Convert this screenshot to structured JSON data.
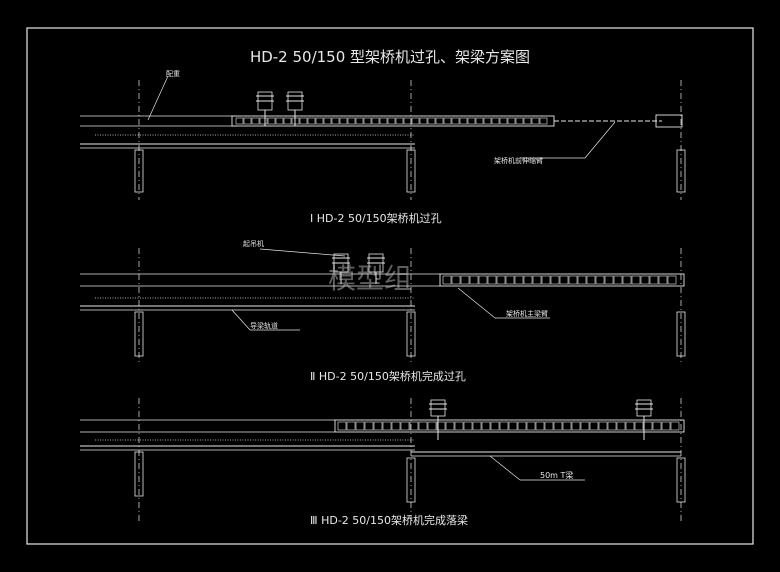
{
  "drawing": {
    "title": "HD-2 50/150 型架桥机过孔、架梁方案图",
    "colors": {
      "background": "#000000",
      "lines": "#e8e8e8",
      "dash": "#d0d0d0"
    },
    "watermark": "模型组"
  },
  "stages": [
    {
      "caption": "Ⅰ HD-2 50/150架桥机过孔",
      "annotations": [
        "配重",
        "架桥机前伸缩臂"
      ]
    },
    {
      "caption": "Ⅱ HD-2 50/150架桥机完成过孔",
      "annotations": [
        "起吊机",
        "导梁轨道",
        "架桥机主梁臂"
      ]
    },
    {
      "caption": "Ⅲ HD-2 50/150架桥机完成落梁",
      "annotations": [
        "50m T梁"
      ]
    }
  ]
}
